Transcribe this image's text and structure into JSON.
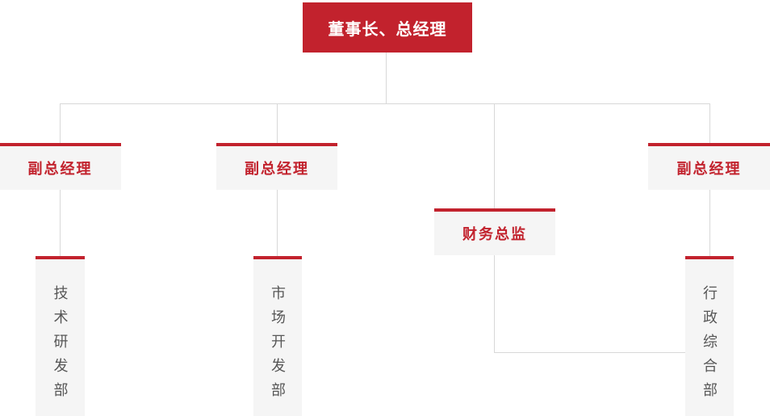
{
  "palette": {
    "accent": "#c2222d",
    "node-bg": "#f5f5f5",
    "line": "#d8d8d8",
    "dept-text": "#575757",
    "root-text": "#ffffff"
  },
  "org_chart": {
    "type": "org-tree",
    "root": {
      "label": "董事长、总经理"
    },
    "managers": [
      {
        "label": "副总经理"
      },
      {
        "label": "副总经理"
      },
      {
        "label": "财务总监"
      },
      {
        "label": "副总经理"
      }
    ],
    "departments": [
      {
        "label": "技术研发部"
      },
      {
        "label": "市场开发部"
      },
      {
        "label": "行政综合部"
      }
    ]
  }
}
